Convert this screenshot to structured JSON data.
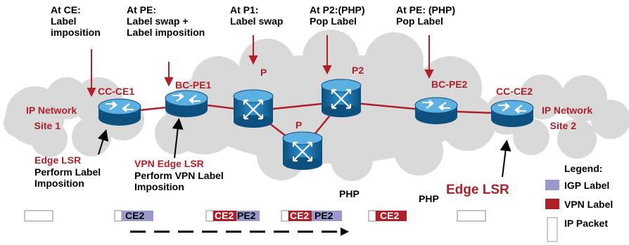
{
  "colors": {
    "red": "#b0202a",
    "igp_label": "#9999cc",
    "vpn_label": "#b0202a",
    "cloud_fill": "#d9d9d9",
    "router_blue": "#1a7bb8"
  },
  "annotations": {
    "at_ce": "At CE:\nLabel\nimposition",
    "at_pe": "At PE:\nLabel swap +\nLabel imposition",
    "at_p1": "At P1:\nLabel swap",
    "at_p2": "At P2:(PHP)\nPop Label",
    "at_pe_php": "At PE: (PHP)\nPop Label"
  },
  "nodes": {
    "cc_ce1": "CC-CE1",
    "bc_pe1": "BC-PE1",
    "p_left": "P",
    "p2": "P2",
    "p_bottom": "P",
    "bc_pe2": "BC-PE2",
    "cc_ce2": "CC-CE2"
  },
  "sites": {
    "site1": "IP Network\n   Site 1",
    "site2": "IP Network\n   Site 2"
  },
  "edge_lsr_left": {
    "title": "Edge LSR",
    "desc": "Perform Label\nImposition"
  },
  "vpn_edge_lsr": {
    "title": "VPN Edge LSR",
    "desc": "Perform VPN Label\nImposition"
  },
  "edge_lsr_right": "Edge LSR",
  "php_labels": {
    "php1": "PHP",
    "php2": "PHP"
  },
  "packets": {
    "p2_label": "CE2",
    "p3_vpn": "CE2",
    "p3_igp": "PE2",
    "p4_vpn": "CE2",
    "p4_igp": "PE2",
    "p5_label": "CE2"
  },
  "legend": {
    "title": "Legend:",
    "igp": "IGP Label",
    "vpn": "VPN Label",
    "ip": "IP Packet"
  }
}
